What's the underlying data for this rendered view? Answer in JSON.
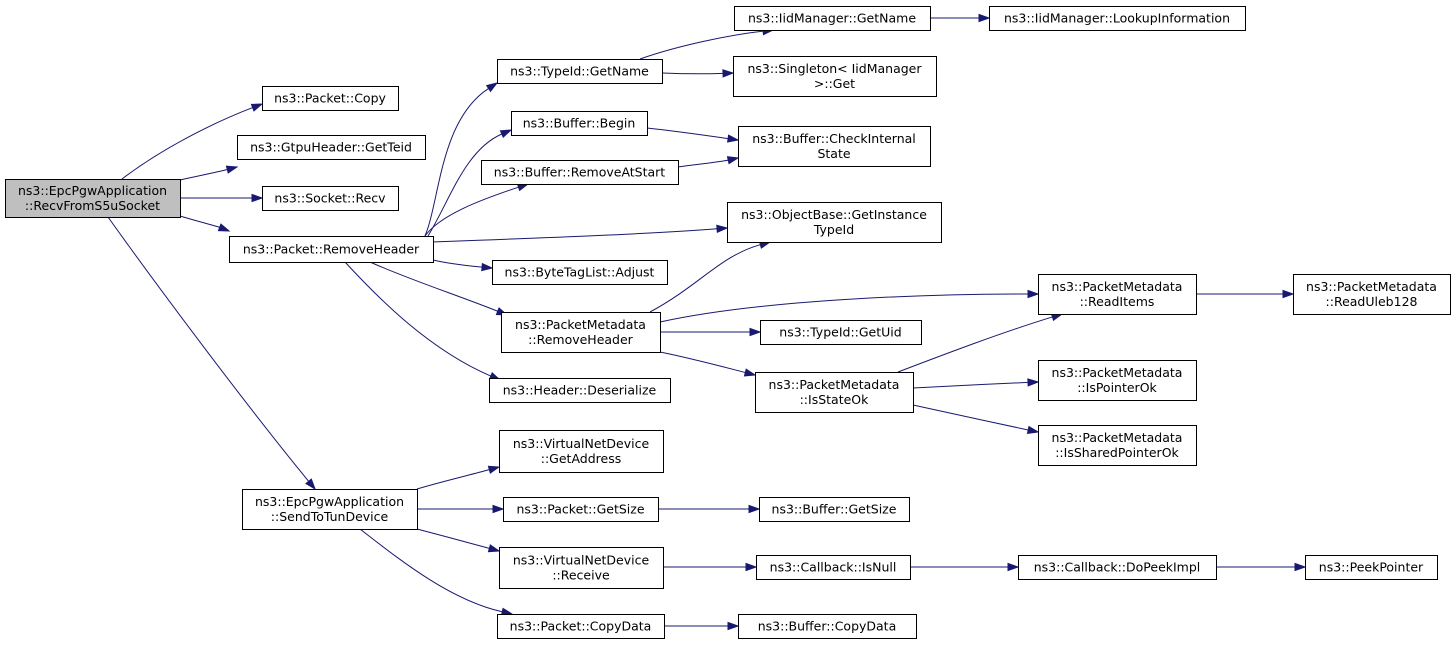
{
  "diagram": {
    "nodes": [
      {
        "id": "root",
        "lines": [
          "ns3::EpcPgwApplication",
          "::RecvFromS5uSocket"
        ],
        "root": true
      },
      {
        "id": "pcopy",
        "lines": [
          "ns3::Packet::Copy"
        ]
      },
      {
        "id": "gteid",
        "lines": [
          "ns3::GtpuHeader::GetTeid"
        ]
      },
      {
        "id": "srecv",
        "lines": [
          "ns3::Socket::Recv"
        ]
      },
      {
        "id": "premhdr",
        "lines": [
          "ns3::Packet::RemoveHeader"
        ]
      },
      {
        "id": "sendtun",
        "lines": [
          "ns3::EpcPgwApplication",
          "::SendToTunDevice"
        ]
      },
      {
        "id": "tgetname",
        "lines": [
          "ns3::TypeId::GetName"
        ]
      },
      {
        "id": "bbegin",
        "lines": [
          "ns3::Buffer::Begin"
        ]
      },
      {
        "id": "bremstart",
        "lines": [
          "ns3::Buffer::RemoveAtStart"
        ]
      },
      {
        "id": "btladj",
        "lines": [
          "ns3::ByteTagList::Adjust"
        ]
      },
      {
        "id": "pmremhdr",
        "lines": [
          "ns3::PacketMetadata",
          "::RemoveHeader"
        ]
      },
      {
        "id": "hdeser",
        "lines": [
          "ns3::Header::Deserialize"
        ]
      },
      {
        "id": "iidgetname",
        "lines": [
          "ns3::IidManager::GetName"
        ]
      },
      {
        "id": "iidlookup",
        "lines": [
          "ns3::IidManager::LookupInformation"
        ]
      },
      {
        "id": "singleton",
        "lines": [
          "ns3::Singleton< IidManager",
          ">::Get"
        ]
      },
      {
        "id": "bcheck",
        "lines": [
          "ns3::Buffer::CheckInternal",
          "State"
        ]
      },
      {
        "id": "objbase",
        "lines": [
          "ns3::ObjectBase::GetInstance",
          "TypeId"
        ]
      },
      {
        "id": "pmreaditems",
        "lines": [
          "ns3::PacketMetadata",
          "::ReadItems"
        ]
      },
      {
        "id": "pmuleb",
        "lines": [
          "ns3::PacketMetadata",
          "::ReadUleb128"
        ]
      },
      {
        "id": "tgetuid",
        "lines": [
          "ns3::TypeId::GetUid"
        ]
      },
      {
        "id": "pmstateok",
        "lines": [
          "ns3::PacketMetadata",
          "::IsStateOk"
        ]
      },
      {
        "id": "pmptrok",
        "lines": [
          "ns3::PacketMetadata",
          "::IsPointerOk"
        ]
      },
      {
        "id": "pmsharedok",
        "lines": [
          "ns3::PacketMetadata",
          "::IsSharedPointerOk"
        ]
      },
      {
        "id": "vndgetaddr",
        "lines": [
          "ns3::VirtualNetDevice",
          "::GetAddress"
        ]
      },
      {
        "id": "pgetsize",
        "lines": [
          "ns3::Packet::GetSize"
        ]
      },
      {
        "id": "bgetsize",
        "lines": [
          "ns3::Buffer::GetSize"
        ]
      },
      {
        "id": "vndrecv",
        "lines": [
          "ns3::VirtualNetDevice",
          "::Receive"
        ]
      },
      {
        "id": "cbisnull",
        "lines": [
          "ns3::Callback::IsNull"
        ]
      },
      {
        "id": "cbpeek",
        "lines": [
          "ns3::Callback::DoPeekImpl"
        ]
      },
      {
        "id": "peekptr",
        "lines": [
          "ns3::PeekPointer"
        ]
      },
      {
        "id": "pcopydata",
        "lines": [
          "ns3::Packet::CopyData"
        ]
      },
      {
        "id": "bcopydata",
        "lines": [
          "ns3::Buffer::CopyData"
        ]
      }
    ],
    "edges": [
      [
        "root",
        "pcopy"
      ],
      [
        "root",
        "gteid"
      ],
      [
        "root",
        "srecv"
      ],
      [
        "root",
        "premhdr"
      ],
      [
        "root",
        "sendtun"
      ],
      [
        "premhdr",
        "tgetname"
      ],
      [
        "premhdr",
        "bbegin"
      ],
      [
        "premhdr",
        "bremstart"
      ],
      [
        "premhdr",
        "objbase"
      ],
      [
        "premhdr",
        "btladj"
      ],
      [
        "premhdr",
        "pmremhdr"
      ],
      [
        "premhdr",
        "hdeser"
      ],
      [
        "tgetname",
        "iidgetname"
      ],
      [
        "tgetname",
        "singleton"
      ],
      [
        "iidgetname",
        "iidlookup"
      ],
      [
        "bbegin",
        "bcheck"
      ],
      [
        "bremstart",
        "bcheck"
      ],
      [
        "pmremhdr",
        "objbase"
      ],
      [
        "pmremhdr",
        "pmreaditems"
      ],
      [
        "pmremhdr",
        "tgetuid"
      ],
      [
        "pmremhdr",
        "pmstateok"
      ],
      [
        "pmreaditems",
        "pmuleb"
      ],
      [
        "pmstateok",
        "pmreaditems"
      ],
      [
        "pmstateok",
        "pmptrok"
      ],
      [
        "pmstateok",
        "pmsharedok"
      ],
      [
        "sendtun",
        "vndgetaddr"
      ],
      [
        "sendtun",
        "pgetsize"
      ],
      [
        "sendtun",
        "vndrecv"
      ],
      [
        "sendtun",
        "pcopydata"
      ],
      [
        "pgetsize",
        "bgetsize"
      ],
      [
        "vndrecv",
        "cbisnull"
      ],
      [
        "cbisnull",
        "cbpeek"
      ],
      [
        "cbpeek",
        "peekptr"
      ],
      [
        "pcopydata",
        "bcopydata"
      ]
    ]
  },
  "colors": {
    "edge": "#191970",
    "root_fill": "#bfbfbf",
    "node_fill": "#ffffff",
    "node_stroke": "#000000"
  }
}
